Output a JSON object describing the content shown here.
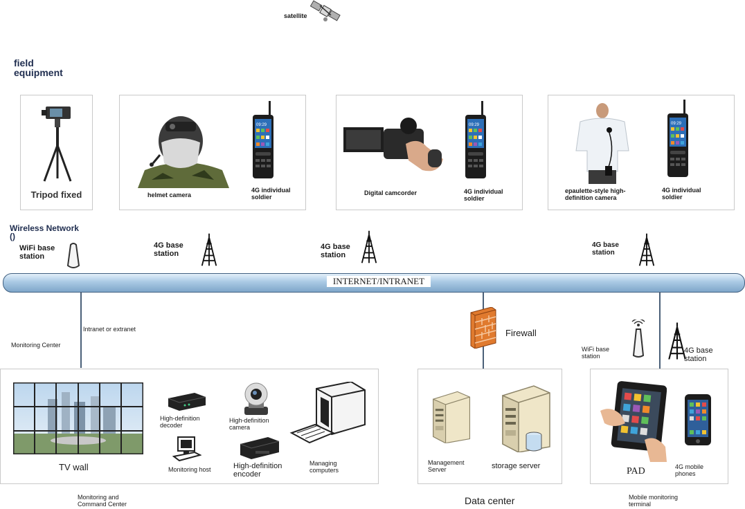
{
  "satellite": {
    "label": "satellite"
  },
  "field_equipment": {
    "title_line1": "field",
    "title_line2": "equipment"
  },
  "devices": {
    "tripod": "Tripod fixed",
    "helmet_camera": "helmet camera",
    "soldier_1_line1": "4G individual",
    "soldier_1_line2": "soldier",
    "camcorder": "Digital camcorder",
    "soldier_2_line1": "4G individual",
    "soldier_2_line2": "soldier",
    "epaulette_line1": "epaulette-style high-",
    "epaulette_line2": "definition camera",
    "soldier_3_line1": "4G individual",
    "soldier_3_line2": "soldier",
    "phone_time": "09:29"
  },
  "wireless": {
    "title_line1": "Wireless Network",
    "title_line2": "()",
    "wifi_line1": "WiFi base",
    "wifi_line2": "station",
    "bs1_line1": "4G base",
    "bs1_line2": "station",
    "bs2_line1": "4G base",
    "bs2_line2": "station",
    "bs3_line1": "4G base",
    "bs3_line2": "station"
  },
  "network": {
    "pipe_label": "INTERNET/INTRANET",
    "intranet_label": "Intranet or extranet",
    "monitoring_center": "Monitoring Center",
    "firewall": "Firewall",
    "wifi_bottom_line1": "WiFi base",
    "wifi_bottom_line2": "station",
    "bs_bottom_line1": "4G base",
    "bs_bottom_line2": "station"
  },
  "monitoring": {
    "tv_wall": "TV wall",
    "hd_decoder_line1": "High-definition",
    "hd_decoder_line2": "decoder",
    "hd_camera_line1": "High-definition",
    "hd_camera_line2": "camera",
    "monitoring_host": "Monitoring host",
    "hd_encoder_line1": "High-definition",
    "hd_encoder_line2": "encoder",
    "managing_line1": "Managing",
    "managing_line2": "computers",
    "caption_line1": "Monitoring and",
    "caption_line2": "Command Center"
  },
  "data_center": {
    "management_line1": "Management",
    "management_line2": "Server",
    "storage": "storage server",
    "caption": "Data center"
  },
  "mobile": {
    "pad": "PAD",
    "phones_line1": "4G mobile",
    "phones_line2": "phones",
    "caption_line1": "Mobile monitoring",
    "caption_line2": "terminal"
  },
  "colors": {
    "navy": "#1f2d4f",
    "pipe": "#8fb4d6",
    "firewall": "#e07a2e"
  }
}
